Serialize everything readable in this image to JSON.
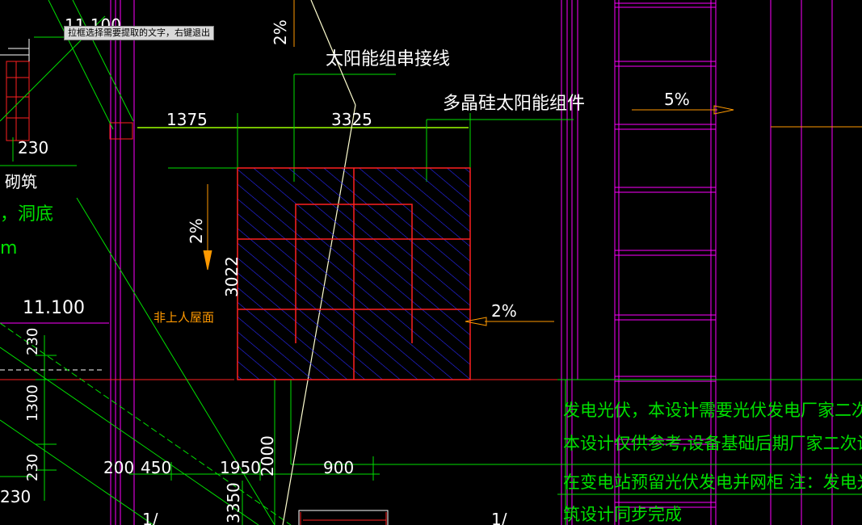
{
  "tooltip": "拉框选择需要提取的文字，右键退出",
  "labels": {
    "elev_top": "11.100",
    "elev_mid": "11.100",
    "string_line": "太阳能组串接线",
    "module": "多晶硅太阳能组件",
    "non_walkable_roof": "非上人屋面",
    "masonry": "砌筑",
    "hole_bottom": "，洞底",
    "unit_m": "m"
  },
  "slopes": {
    "s_top": "2%",
    "s_left": "2%",
    "s_right": "2%",
    "s_5": "5%"
  },
  "dims": {
    "d1375": "1375",
    "d3325": "3325",
    "d3022": "3022",
    "d230a": "230",
    "d230b": "230",
    "d1300": "1300",
    "d230c": "230",
    "d230d": "230",
    "d200": "200",
    "d450": "450",
    "d1950": "1950",
    "d2000": "2000",
    "d900": "900",
    "d3350": "3350",
    "d14a": "1/",
    "d14b": "1/"
  },
  "notes": {
    "line1": "发电光伏，本设计需要光伏发电厂家二次",
    "line2": "本设计仅供参考,设备基础后期厂家二次设",
    "line3": "在变电站预留光伏发电并网柜  注：发电光",
    "line4": "筑设计同步完成"
  },
  "colors": {
    "background": "#000000",
    "red": "#ff2020",
    "green": "#00e000",
    "magenta": "#ff00ff",
    "orange": "#ff9900",
    "white": "#ffffff",
    "hatch_blue": "#2828ff"
  }
}
